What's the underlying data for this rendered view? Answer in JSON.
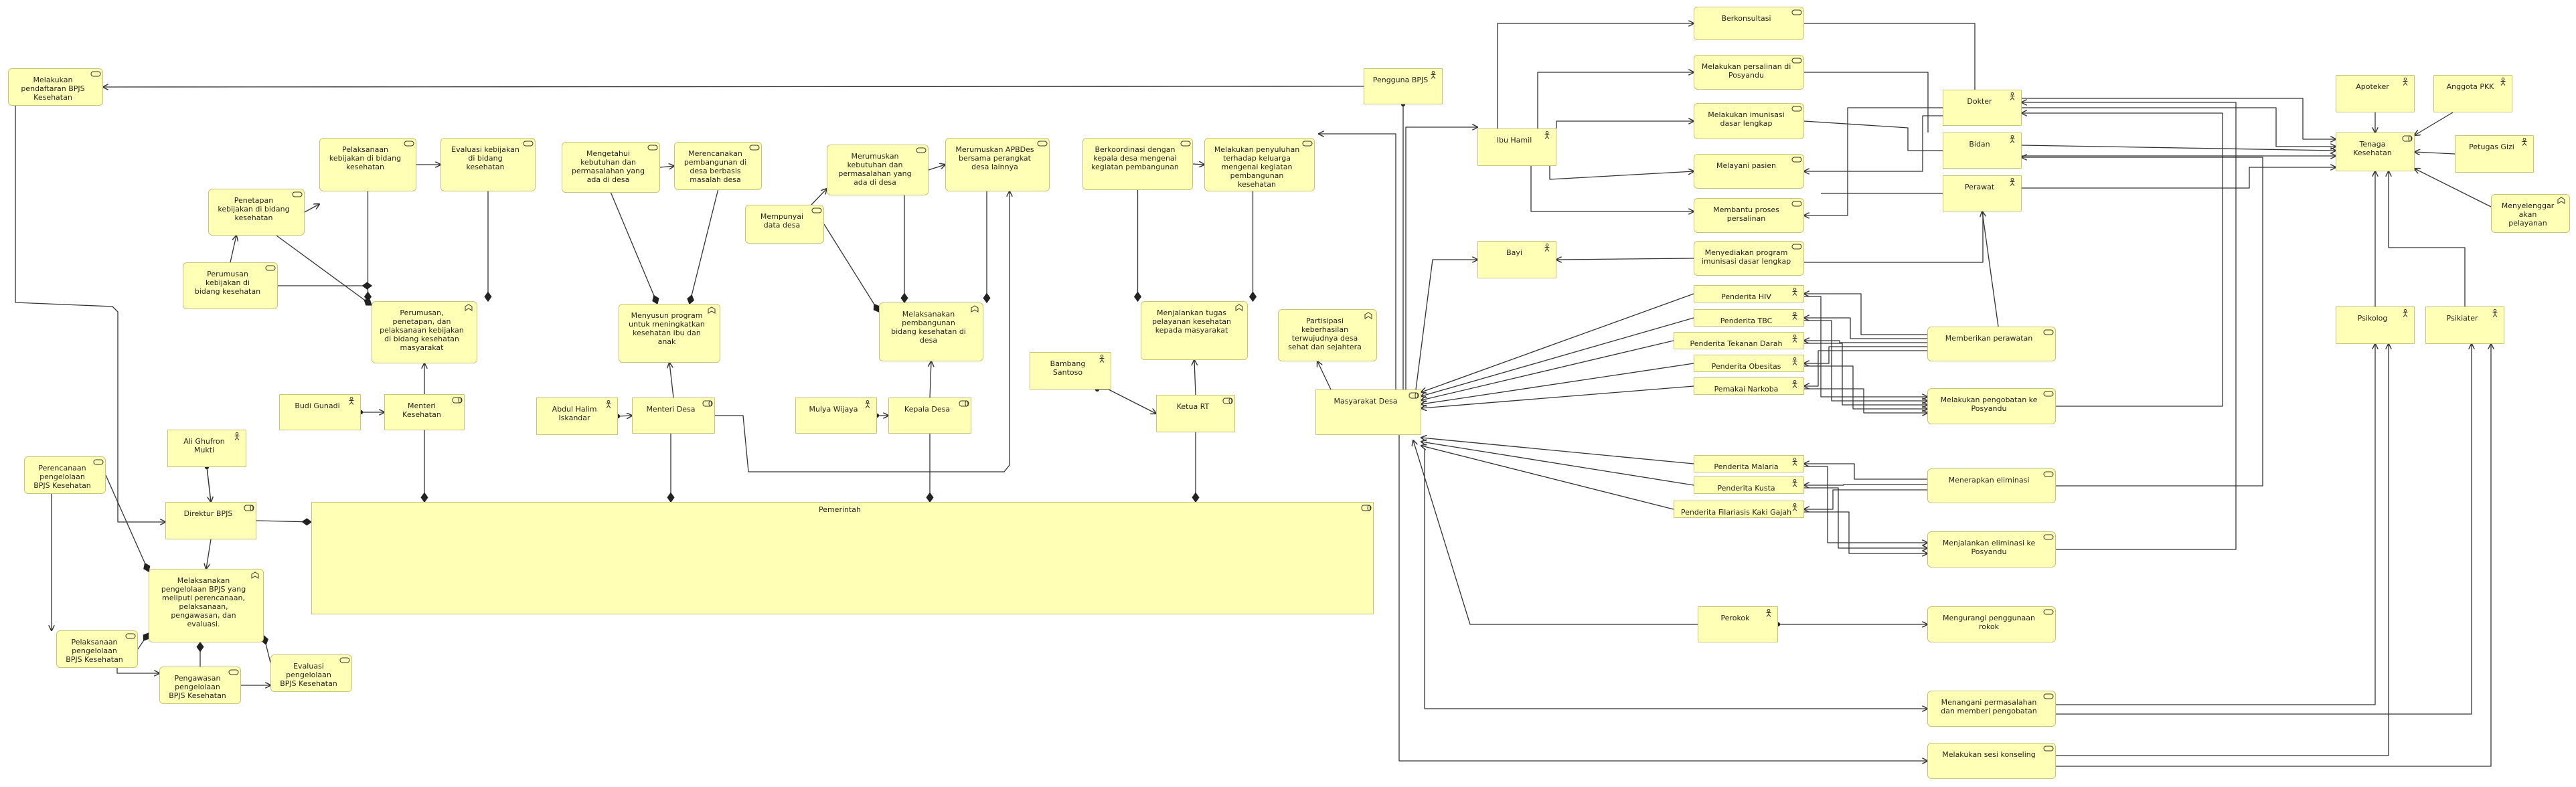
{
  "diagram": {
    "colors": {
      "fill": "#ffffb5",
      "border": "#c9c27a",
      "line": "#333333"
    },
    "nodes": [
      {
        "id": "daftar_bpjs",
        "label": "Melakukan\npendaftaran BPJS\nKesehatan",
        "kind": "service",
        "icon": "service-icon"
      },
      {
        "id": "pengguna_bpjs",
        "label": "Pengguna BPJS",
        "kind": "actor",
        "icon": "actor-icon"
      },
      {
        "id": "pelaksanaan_kebijakan",
        "label": "Pelaksanaan\nkebijakan di bidang\nkesehatan",
        "kind": "service",
        "icon": "service-icon"
      },
      {
        "id": "evaluasi_kebijakan",
        "label": "Evaluasi kebijakan\ndi bidang\nkesehatan",
        "kind": "service",
        "icon": "service-icon"
      },
      {
        "id": "penetapan_kebijakan",
        "label": "Penetapan\nkebijakan di bidang\nkesehatan",
        "kind": "service",
        "icon": "service-icon"
      },
      {
        "id": "perumusan_kebijakan",
        "label": "Perumusan\nkebijakan di\nbidang kesehatan",
        "kind": "service",
        "icon": "service-icon"
      },
      {
        "id": "perumusan_penetapan",
        "label": "Perumusan,\npenetapan, dan\npelaksanaan kebijakan\ndi bidang kesehatan\nmasyarakat",
        "kind": "function",
        "icon": "function-icon"
      },
      {
        "id": "budi",
        "label": "Budi Gunadi",
        "kind": "actor",
        "icon": "actor-icon"
      },
      {
        "id": "menteri_kes",
        "label": "Menteri\nKesehatan",
        "kind": "role",
        "icon": "role-icon"
      },
      {
        "id": "ketahui_kebutuhan",
        "label": "Mengetahui\nkebutuhan dan\npermasalahan yang\nada di desa",
        "kind": "service",
        "icon": "service-icon"
      },
      {
        "id": "rencana_pembangunan",
        "label": "Merencanakan\npembangunan di\ndesa berbasis\nmasalah desa",
        "kind": "service",
        "icon": "service-icon"
      },
      {
        "id": "susun_program",
        "label": "Menyusun program\nuntuk meningkatkan\nkesehatan ibu dan\nanak",
        "kind": "function",
        "icon": "function-icon"
      },
      {
        "id": "abdul",
        "label": "Abdul Halim\nIskandar",
        "kind": "actor",
        "icon": "actor-icon"
      },
      {
        "id": "menteri_desa",
        "label": "Menteri Desa",
        "kind": "role",
        "icon": "role-icon"
      },
      {
        "id": "rumuskan_kebutuhan",
        "label": "Merumuskan\nkebutuhan dan\npermasalahan yang\nada di desa",
        "kind": "service",
        "icon": "service-icon"
      },
      {
        "id": "rumuskan_apbdes",
        "label": "Merumuskan APBDes\nbersama perangkat\ndesa lainnya",
        "kind": "service",
        "icon": "service-icon"
      },
      {
        "id": "data_desa",
        "label": "Mempunyai\ndata desa",
        "kind": "service",
        "icon": "service-icon"
      },
      {
        "id": "laksanakan_pembangunan",
        "label": "Melaksanakan\npembangunan\nbidang kesehatan di\ndesa",
        "kind": "function",
        "icon": "function-icon"
      },
      {
        "id": "mulya",
        "label": "Mulya Wijaya",
        "kind": "actor",
        "icon": "actor-icon"
      },
      {
        "id": "kepala_desa",
        "label": "Kepala Desa",
        "kind": "role",
        "icon": "role-icon"
      },
      {
        "id": "koordinasi",
        "label": "Berkoordinasi dengan\nkepala desa mengenai\nkegiatan pembangunan",
        "kind": "service",
        "icon": "service-icon"
      },
      {
        "id": "penyuluhan",
        "label": "Melakukan penyuluhan\nterhadap keluarga\nmengenai kegiatan\npembangunan\nkesehatan",
        "kind": "service",
        "icon": "service-icon"
      },
      {
        "id": "tugas_pelayanan",
        "label": "Menjalankan tugas\npelayanan kesehatan\nkepada masyarakat",
        "kind": "function",
        "icon": "function-icon"
      },
      {
        "id": "bambang",
        "label": "Bambang\nSantoso",
        "kind": "actor",
        "icon": "actor-icon"
      },
      {
        "id": "ketua_rt",
        "label": "Ketua RT",
        "kind": "role",
        "icon": "role-icon"
      },
      {
        "id": "partisipasi",
        "label": "Partisipasi\nkeberhasilan\nterwujudnya desa\nsehat dan sejahtera",
        "kind": "function",
        "icon": "function-icon"
      },
      {
        "id": "masyarakat_desa",
        "label": "Masyarakat Desa",
        "kind": "role",
        "icon": "role-icon"
      },
      {
        "id": "ali",
        "label": "Ali Ghufron\nMukti",
        "kind": "actor",
        "icon": "actor-icon"
      },
      {
        "id": "perencanaan_bpjs",
        "label": "Perencanaan\npengelolaan\nBPJS Kesehatan",
        "kind": "service",
        "icon": "service-icon"
      },
      {
        "id": "direktur_bpjs",
        "label": "Direktur BPJS",
        "kind": "role",
        "icon": "role-icon"
      },
      {
        "id": "pemerintah",
        "label": "Pemerintah",
        "kind": "role",
        "icon": "role-icon"
      },
      {
        "id": "kelola_bpjs",
        "label": "Melaksanakan\npengelolaan BPJS yang\nmeliputi perencanaan,\npelaksanaan,\npengawasan, dan\nevaluasi.",
        "kind": "function",
        "icon": "function-icon"
      },
      {
        "id": "pelaksanaan_bpjs",
        "label": "Pelaksanaan\npengelolaan\nBPJS Kesehatan",
        "kind": "service",
        "icon": "service-icon"
      },
      {
        "id": "pengawasan_bpjs",
        "label": "Pengawasan\npengelolaan\nBPJS Kesehatan",
        "kind": "service",
        "icon": "service-icon"
      },
      {
        "id": "evaluasi_bpjs",
        "label": "Evaluasi\npengelolaan\nBPJS Kesehatan",
        "kind": "service",
        "icon": "service-icon"
      },
      {
        "id": "berkonsultasi",
        "label": "Berkonsultasi",
        "kind": "service",
        "icon": "service-icon"
      },
      {
        "id": "persalinan",
        "label": "Melakukan persalinan di\nPosyandu",
        "kind": "service",
        "icon": "service-icon"
      },
      {
        "id": "imunisasi",
        "label": "Melakukan imunisasi\ndasar lengkap",
        "kind": "service",
        "icon": "service-icon"
      },
      {
        "id": "layani_pasien",
        "label": "Melayani pasien",
        "kind": "service",
        "icon": "service-icon"
      },
      {
        "id": "bantu_persalinan",
        "label": "Membantu proses\npersalinan",
        "kind": "service",
        "icon": "service-icon"
      },
      {
        "id": "sediakan_imunisasi",
        "label": "Menyediakan program\nimunisasi dasar lengkap",
        "kind": "service",
        "icon": "service-icon"
      },
      {
        "id": "ibu_hamil",
        "label": "Ibu Hamil",
        "kind": "actor",
        "icon": "actor-icon"
      },
      {
        "id": "bayi",
        "label": "Bayi",
        "kind": "actor",
        "icon": "actor-icon"
      },
      {
        "id": "dokter",
        "label": "Dokter",
        "kind": "actor",
        "icon": "actor-icon"
      },
      {
        "id": "bidan",
        "label": "Bidan",
        "kind": "actor",
        "icon": "actor-icon"
      },
      {
        "id": "perawat",
        "label": "Perawat",
        "kind": "actor",
        "icon": "actor-icon"
      },
      {
        "id": "apoteker",
        "label": "Apoteker",
        "kind": "actor",
        "icon": "actor-icon"
      },
      {
        "id": "anggota_pkk",
        "label": "Anggota PKK",
        "kind": "actor",
        "icon": "actor-icon"
      },
      {
        "id": "tenaga_kes",
        "label": "Tenaga\nKesehatan",
        "kind": "role",
        "icon": "role-icon"
      },
      {
        "id": "petugas_gizi",
        "label": "Petugas Gizi",
        "kind": "actor",
        "icon": "actor-icon"
      },
      {
        "id": "penyelenggara",
        "label": "Menyelenggar\nakan\npelayanan",
        "kind": "function",
        "icon": "function-icon"
      },
      {
        "id": "psikolog",
        "label": "Psikolog",
        "kind": "actor",
        "icon": "actor-icon"
      },
      {
        "id": "psikiater",
        "label": "Psikiater",
        "kind": "actor",
        "icon": "actor-icon"
      },
      {
        "id": "hiv",
        "label": "Penderita HIV",
        "kind": "actor",
        "icon": "actor-icon"
      },
      {
        "id": "tbc",
        "label": "Penderita TBC",
        "kind": "actor",
        "icon": "actor-icon"
      },
      {
        "id": "darah_tinggi",
        "label": "Penderita Tekanan Darah Tinggi",
        "kind": "actor",
        "icon": "actor-icon"
      },
      {
        "id": "obesitas",
        "label": "Penderita Obesitas",
        "kind": "actor",
        "icon": "actor-icon"
      },
      {
        "id": "narkoba",
        "label": "Pemakai Narkoba",
        "kind": "actor",
        "icon": "actor-icon"
      },
      {
        "id": "perawatan",
        "label": "Memberikan perawatan",
        "kind": "service",
        "icon": "service-icon"
      },
      {
        "id": "pengobatan_posyandu",
        "label": "Melakukan pengobatan ke\nPosyandu",
        "kind": "service",
        "icon": "service-icon"
      },
      {
        "id": "malaria",
        "label": "Penderita Malaria",
        "kind": "actor",
        "icon": "actor-icon"
      },
      {
        "id": "kusta",
        "label": "Penderita Kusta",
        "kind": "actor",
        "icon": "actor-icon"
      },
      {
        "id": "filariasis",
        "label": "Penderita Filariasis Kaki Gajah",
        "kind": "actor",
        "icon": "actor-icon"
      },
      {
        "id": "terapkan_eliminasi",
        "label": "Menerapkan eliminasi",
        "kind": "service",
        "icon": "service-icon"
      },
      {
        "id": "eliminasi_posyandu",
        "label": "Menjalankan eliminasi ke\nPosyandu",
        "kind": "service",
        "icon": "service-icon"
      },
      {
        "id": "perokok",
        "label": "Perokok",
        "kind": "actor",
        "icon": "actor-icon"
      },
      {
        "id": "kurangi_rokok",
        "label": "Mengurangi penggunaan\nrokok",
        "kind": "service",
        "icon": "service-icon"
      },
      {
        "id": "tangani_masalah",
        "label": "Menangani permasalahan\ndan memberi pengobatan",
        "kind": "service",
        "icon": "service-icon"
      },
      {
        "id": "sesi_konseling",
        "label": "Melakukan sesi konseling",
        "kind": "service",
        "icon": "service-icon"
      }
    ]
  }
}
